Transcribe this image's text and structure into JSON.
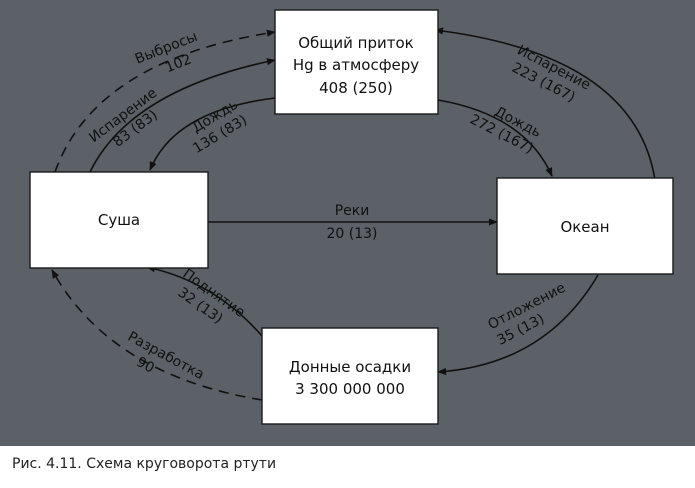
{
  "nodes": {
    "atmosphere": {
      "line1": "Общий приток",
      "line2": "Hg в атмосферу",
      "line3": "408 (250)"
    },
    "land": {
      "label": "Суша"
    },
    "ocean": {
      "label": "Океан"
    },
    "sediments": {
      "line1": "Донные осадки",
      "line2": "3 300 000 000"
    }
  },
  "flows": {
    "emissions": {
      "name": "Выбросы",
      "value": "102"
    },
    "land_evaporation": {
      "name": "Испарение",
      "value": "83 (83)"
    },
    "land_rain": {
      "name": "Дождь",
      "value": "136 (83)"
    },
    "ocean_evaporation": {
      "name": "Испарение",
      "value": "223 (167)"
    },
    "ocean_rain": {
      "name": "Дождь",
      "value": "272 (167)"
    },
    "rivers": {
      "name": "Реки",
      "value": "20 (13)"
    },
    "uplift": {
      "name": "Поднятие",
      "value": "32 (13)"
    },
    "deposition": {
      "name": "Отложение",
      "value": "35 (13)"
    },
    "mining": {
      "name": "Разработка",
      "value": "90"
    }
  },
  "caption": "Рис. 4.11. Схема круговорота ртути",
  "colors": {
    "background": "#5b6166",
    "box": "#ffffff",
    "line": "#111111"
  }
}
